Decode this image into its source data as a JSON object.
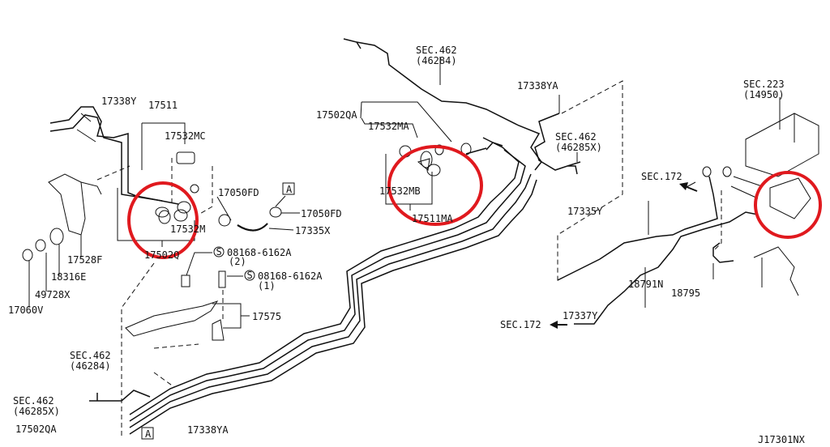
{
  "diagram": {
    "code": "J17301NX",
    "highlight_color": "#e0191e",
    "labels": {
      "p17338Y": "17338Y",
      "p17511": "17511",
      "p17532MC": "17532MC",
      "p17050FD_a": "17050FD",
      "p17050FD_b": "17050FD",
      "p17532M": "17532M",
      "p17335X": "17335X",
      "p17528F": "17528F",
      "p18316E": "18316E",
      "p49728X": "49728X",
      "p17060V": "17060V",
      "p17502Q": "17502Q",
      "bolt2": "08168-6162A",
      "bolt2_qty": "(2)",
      "bolt1": "08168-6162A",
      "bolt1_qty": "(1)",
      "s_mark": "S",
      "p17575": "17575",
      "sec462_46284_low": "SEC.462",
      "sec462_46284_low_ref": "(46284)",
      "sec462_46285X_low": "SEC.462",
      "sec462_46285X_low_ref": "(46285X)",
      "p17502QA_low": "17502QA",
      "ref_A": "A",
      "p17338YA_low": "17338YA",
      "sec462_46284_top": "SEC.462",
      "sec462_46284_top_ref": "(46284)",
      "p17502QA": "17502QA",
      "p17532MA": "17532MA",
      "p17532MB": "17532MB",
      "p17511MA": "17511MA",
      "p17338YA": "17338YA",
      "sec462_46285X": "SEC.462",
      "sec462_46285X_ref": "(46285X)",
      "sec223": "SEC.223",
      "sec223_ref": "(14950)",
      "sec172_a": "SEC.172",
      "p17335Y": "17335Y",
      "p17337Y": "17337Y",
      "sec172_b": "SEC.172",
      "p18791N": "18791N",
      "p18795": "18795"
    }
  }
}
